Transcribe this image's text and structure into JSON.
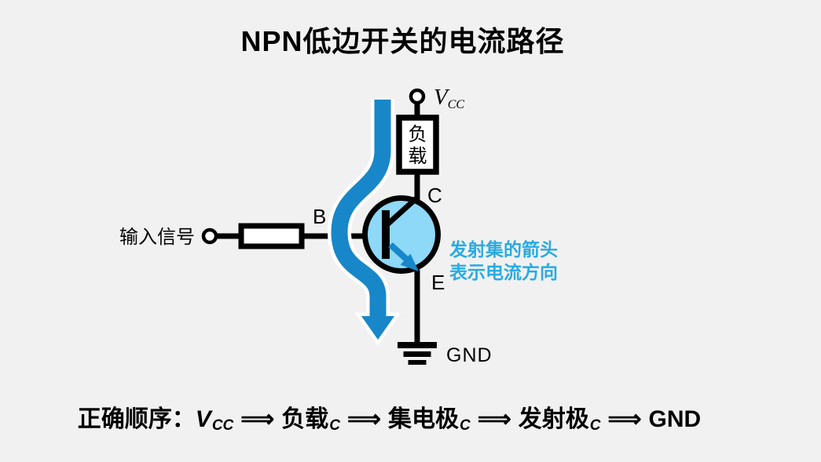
{
  "title": "NPN低边开关的电流路径",
  "colors": {
    "background": "#f1f1f1",
    "current_path_blue": "#1787c9",
    "transistor_fill": "#8ed8f8",
    "annotation_cyan": "#29abe2",
    "wire_black": "#000000",
    "component_fill_white": "#ffffff"
  },
  "diagram": {
    "vcc_label": {
      "main": "V",
      "sub": "CC"
    },
    "load": {
      "line1": "负",
      "line2": "载"
    },
    "base_label": "B",
    "collector_label": "C",
    "emitter_label": "E",
    "gnd_label": "GND",
    "input_label": "输入信号",
    "annotation": {
      "line1": "发射集的箭头",
      "line2": "表示电流方向"
    }
  },
  "formula": {
    "prefix": "正确顺序：",
    "vcc": {
      "main": "V",
      "sub": "CC"
    },
    "arrow": "⟹",
    "steps": [
      {
        "text": "负载",
        "sub": "C"
      },
      {
        "text": "集电极",
        "sub": "C"
      },
      {
        "text": "发射极",
        "sub": "C"
      }
    ],
    "gnd": "GND"
  }
}
